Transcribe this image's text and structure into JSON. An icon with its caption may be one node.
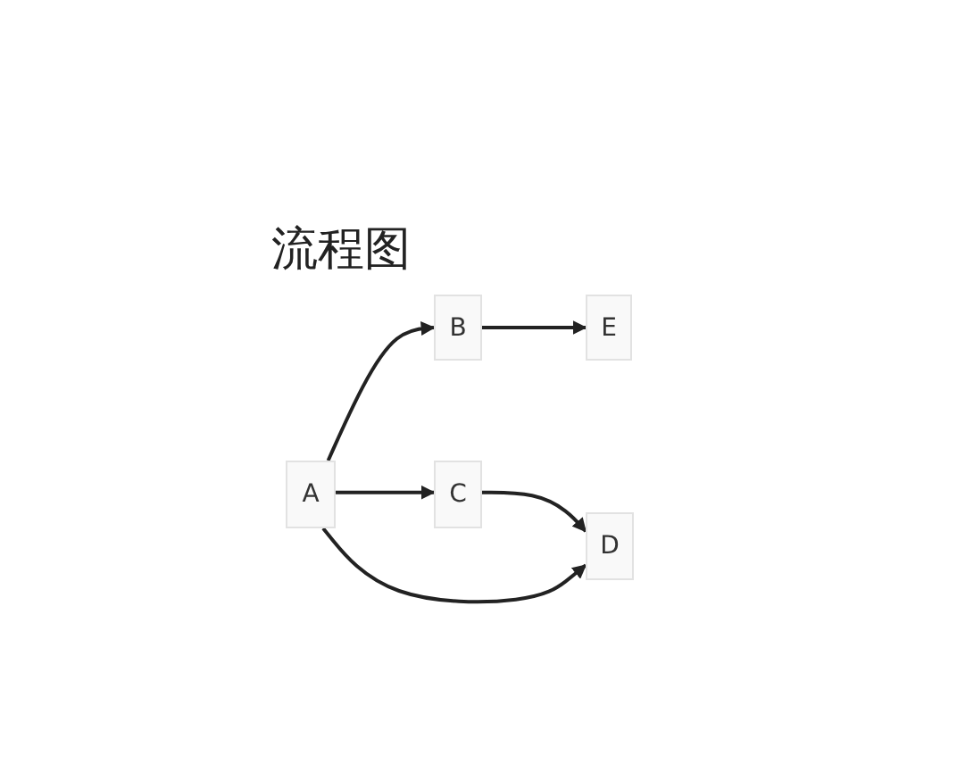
{
  "diagram": {
    "title": "流程图",
    "nodes": [
      {
        "text": [
          "A"
        ]
      },
      {
        "text": [
          "B"
        ]
      },
      {
        "text": [
          "E"
        ]
      },
      {
        "text": [
          "C"
        ]
      },
      {
        "text": [
          "D"
        ]
      }
    ],
    "edges": [
      {
        "from": 0,
        "to": 1,
        "arrow": "to"
      },
      {
        "from": 1,
        "to": 2,
        "arrow": "to"
      },
      {
        "from": 0,
        "to": 3,
        "arrow": "to"
      },
      {
        "from": 3,
        "to": 4,
        "arrow": "to"
      },
      {
        "from": 0,
        "to": 4,
        "arrow": "to"
      }
    ]
  }
}
